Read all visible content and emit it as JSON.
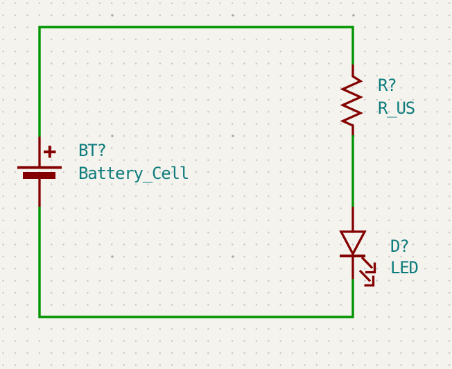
{
  "colors": {
    "background": "#F4F3EE",
    "grid_dot": "#C6C6C6",
    "grid_coarse": "#A8A8A8",
    "wire": "#009400",
    "symbol": "#840000",
    "field": "#0E7C7C"
  },
  "components": {
    "battery": {
      "reference": "BT?",
      "value": "Battery_Cell"
    },
    "resistor": {
      "reference": "R?",
      "value": "R_US"
    },
    "led": {
      "reference": "D?",
      "value": "LED"
    }
  }
}
